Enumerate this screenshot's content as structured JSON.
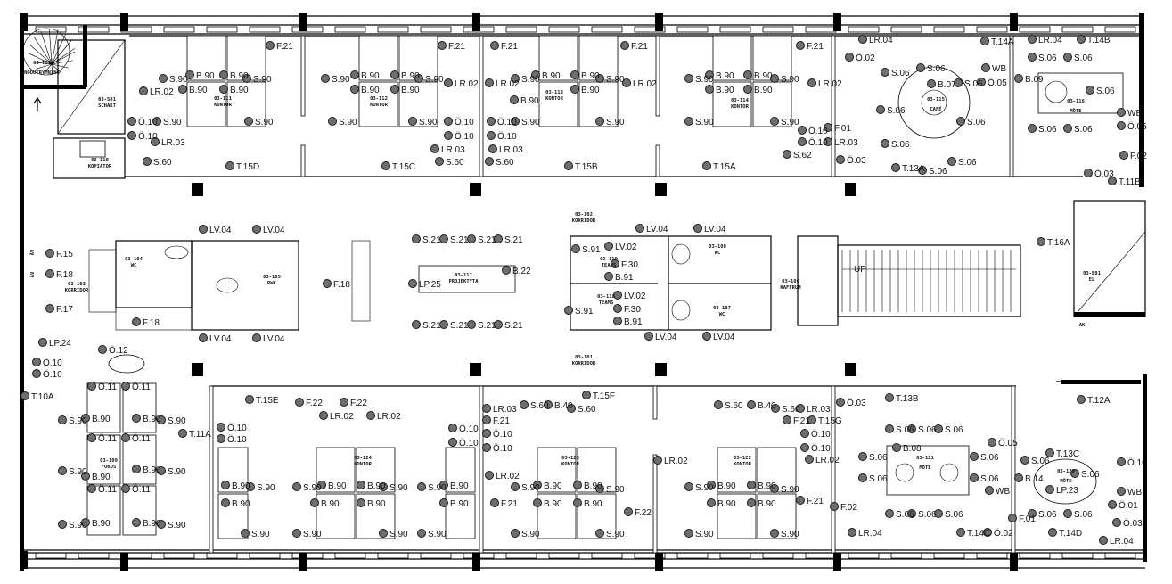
{
  "title": "Floor plan level 03",
  "rooms": [
    {
      "number": "03-T01",
      "name": "NÖDUTRYMNING"
    },
    {
      "number": "03-S01",
      "name": "SCHAKT"
    },
    {
      "number": "03-110",
      "name": "KOPIATOR"
    },
    {
      "number": "03-111",
      "name": "KONTOR"
    },
    {
      "number": "03-112",
      "name": "KONTOR"
    },
    {
      "number": "03-113",
      "name": "KONTOR"
    },
    {
      "number": "03-114",
      "name": "KONTOR"
    },
    {
      "number": "03-115",
      "name": "CAFÉ"
    },
    {
      "number": "03-116",
      "name": "MÖTE"
    },
    {
      "number": "03-104",
      "name": "WC"
    },
    {
      "number": "03-103",
      "name": "KORRIDOR"
    },
    {
      "number": "03-105",
      "name": "RWC"
    },
    {
      "number": "03-117",
      "name": "PROJEKTYTA"
    },
    {
      "number": "03-102",
      "name": "KORRIDOR"
    },
    {
      "number": "03-119",
      "name": "TEAMS"
    },
    {
      "number": "03-118",
      "name": "TEAMS"
    },
    {
      "number": "03-101",
      "name": "KORRIDOR"
    },
    {
      "number": "03-108",
      "name": "WC"
    },
    {
      "number": "03-107",
      "name": "WC"
    },
    {
      "number": "03-106",
      "name": "KAFFRUM"
    },
    {
      "number": "03-E01",
      "name": "EL"
    },
    {
      "number": "03-109",
      "name": "FOKUS"
    },
    {
      "number": "03-124",
      "name": "KONTOR"
    },
    {
      "number": "03-123",
      "name": "KONTOR"
    },
    {
      "number": "03-122",
      "name": "KONTOR"
    },
    {
      "number": "03-121",
      "name": "MÖTE"
    },
    {
      "number": "03-120",
      "name": "MÖTE"
    }
  ],
  "labels": {
    "stair_up": "UP",
    "ak": "AK",
    "av1": "ÅV",
    "av2": "ÅV"
  },
  "tags": [
    "F.21",
    "S.90",
    "B.90",
    "B.90",
    "S.90",
    "LR.02",
    "B.90",
    "B.90",
    "Ö.10",
    "Ö.10",
    "S.90",
    "S.90",
    "LR.03",
    "S.60",
    "T.15D",
    "S.90",
    "B.90",
    "B.90",
    "S.90",
    "F.21",
    "LR.02",
    "B.90",
    "B.90",
    "S.90",
    "S.90",
    "Ö.10",
    "Ö.10",
    "LR.03",
    "S.60",
    "T.15C",
    "F.21",
    "LR.02",
    "S.90",
    "B.90",
    "B.90",
    "S.90",
    "B.90",
    "B.90",
    "Ö.10",
    "Ö.10",
    "S.90",
    "S.90",
    "LR.03",
    "S.60",
    "T.15B",
    "F.21",
    "LR.02",
    "S.90",
    "B.90",
    "B.90",
    "S.90",
    "B.90",
    "B.90",
    "F.21",
    "LR.02",
    "S.90",
    "S.90",
    "Ö.10",
    "Ö.10",
    "LR.03",
    "S.62",
    "T.15A",
    "F.01",
    "Ö.03",
    "LR.04",
    "Ö.02",
    "T.14A",
    "B.07",
    "WB",
    "Ö.05",
    "T.13A",
    "S.06",
    "S.06",
    "S.06",
    "S.06",
    "S.06",
    "S.06",
    "S.06",
    "S.06",
    "LR.04",
    "T.14B",
    "B.09",
    "S.06",
    "S.06",
    "S.06",
    "S.06",
    "S.06",
    "WB",
    "Ö.05",
    "F.02",
    "Ö.03",
    "T.11B",
    "F.15",
    "F.18",
    "F.17",
    "F.18",
    "LP.24",
    "Ö.12",
    "Ö.10",
    "Ö.10",
    "LV.04",
    "LV.04",
    "LV.04",
    "LV.04",
    "F.18",
    "S.21",
    "S.21",
    "S.21",
    "S.21",
    "S.21",
    "S.21",
    "S.21",
    "S.21",
    "LP.25",
    "B.22",
    "S.91",
    "LV.02",
    "F.30",
    "B.91",
    "LV.02",
    "F.30",
    "B.91",
    "S.91",
    "LV.04",
    "LV.04",
    "LV.04",
    "LV.04",
    "T.16A",
    "T.10A",
    "Ö.11",
    "Ö.11",
    "Ö.11",
    "Ö.11",
    "Ö.11",
    "Ö.11",
    "B.90",
    "B.90",
    "B.90",
    "B.90",
    "B.90",
    "B.90",
    "S.90",
    "S.90",
    "S.90",
    "S.90",
    "S.90",
    "S.90",
    "T.11A",
    "Ö.10",
    "Ö.10",
    "T.15E",
    "F.22",
    "F.22",
    "LR.02",
    "LR.02",
    "Ö.10",
    "Ö.10",
    "LR.03",
    "F.21",
    "Ö.10",
    "Ö.10",
    "B.90",
    "S.90",
    "B.90",
    "S.90",
    "S.90",
    "B.90",
    "B.90",
    "S.90",
    "B.90",
    "B.90",
    "S.90",
    "S.90",
    "S.90",
    "B.90",
    "B.90",
    "S.90",
    "LR.02",
    "F.21",
    "T.15F",
    "S.60",
    "B.40",
    "S.60",
    "S.90",
    "B.90",
    "B.90",
    "S.90",
    "B.90",
    "B.90",
    "S.90",
    "S.90",
    "F.22",
    "LR.02",
    "S.60",
    "B.40",
    "S.60",
    "LR.03",
    "F.21",
    "T.15G",
    "Ö.10",
    "Ö.10",
    "LR.02",
    "F.21",
    "S.90",
    "B.90",
    "B.90",
    "S.90",
    "B.90",
    "B.90",
    "S.90",
    "S.90",
    "Ö.03",
    "T.13B",
    "S.06",
    "S.06",
    "S.06",
    "S.06",
    "S.06",
    "S.06",
    "S.06",
    "S.06",
    "S.06",
    "S.06",
    "B.08",
    "Ö.05",
    "WB",
    "LR.04",
    "T.14C",
    "Ö.02",
    "F.02",
    "F.01",
    "T.13C",
    "B.14",
    "LP.23",
    "S.06",
    "S.06",
    "S.06",
    "S.06",
    "T.14D",
    "Ö.10",
    "Ö.01",
    "Ö.03",
    "WB",
    "LR.04",
    "T.12A"
  ]
}
